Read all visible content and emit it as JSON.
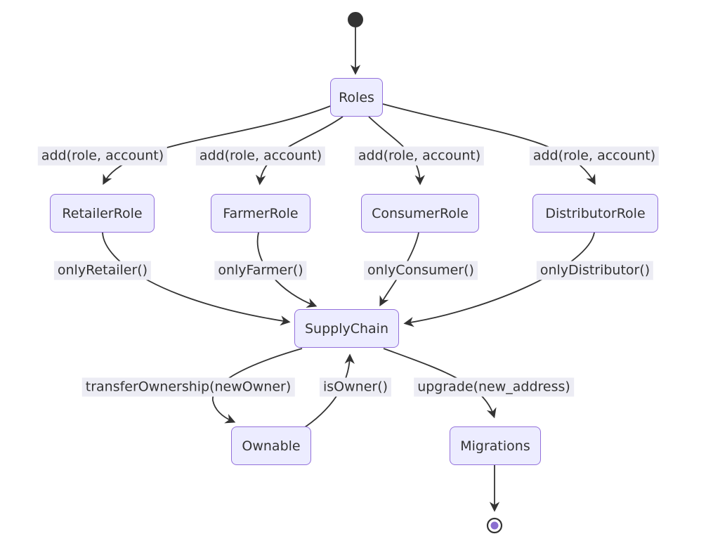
{
  "diagram": {
    "kind": "state-diagram",
    "nodes": {
      "roles": {
        "label": "Roles"
      },
      "retailer": {
        "label": "RetailerRole"
      },
      "farmer": {
        "label": "FarmerRole"
      },
      "consumer": {
        "label": "ConsumerRole"
      },
      "distributor": {
        "label": "DistributorRole"
      },
      "supplychain": {
        "label": "SupplyChain"
      },
      "ownable": {
        "label": "Ownable"
      },
      "migrations": {
        "label": "Migrations"
      }
    },
    "edge_labels": {
      "add_retailer": "add(role, account)",
      "add_farmer": "add(role, account)",
      "add_consumer": "add(role, account)",
      "add_distributor": "add(role, account)",
      "only_retailer": "onlyRetailer()",
      "only_farmer": "onlyFarmer()",
      "only_consumer": "onlyConsumer()",
      "only_distributor": "onlyDistributor()",
      "transfer_ownership": "transferOwnership(newOwner)",
      "is_owner": "isOwner()",
      "upgrade": "upgrade(new_address)"
    },
    "edges": [
      {
        "from": "start",
        "to": "roles",
        "label": ""
      },
      {
        "from": "roles",
        "to": "retailer",
        "label": "add(role, account)"
      },
      {
        "from": "roles",
        "to": "farmer",
        "label": "add(role, account)"
      },
      {
        "from": "roles",
        "to": "consumer",
        "label": "add(role, account)"
      },
      {
        "from": "roles",
        "to": "distributor",
        "label": "add(role, account)"
      },
      {
        "from": "retailer",
        "to": "supplychain",
        "label": "onlyRetailer()"
      },
      {
        "from": "farmer",
        "to": "supplychain",
        "label": "onlyFarmer()"
      },
      {
        "from": "consumer",
        "to": "supplychain",
        "label": "onlyConsumer()"
      },
      {
        "from": "distributor",
        "to": "supplychain",
        "label": "onlyDistributor()"
      },
      {
        "from": "supplychain",
        "to": "ownable",
        "label": "transferOwnership(newOwner)"
      },
      {
        "from": "ownable",
        "to": "supplychain",
        "label": "isOwner()"
      },
      {
        "from": "supplychain",
        "to": "migrations",
        "label": "upgrade(new_address)"
      },
      {
        "from": "migrations",
        "to": "end",
        "label": ""
      }
    ],
    "colors": {
      "node_fill": "#ECECFF",
      "node_border": "#9370DB",
      "edge": "#333333",
      "label_bg": "#ececf4",
      "text": "#333333",
      "start_fill": "#333333",
      "end_inner": "#8b6fd0",
      "background": "#ffffff"
    }
  }
}
